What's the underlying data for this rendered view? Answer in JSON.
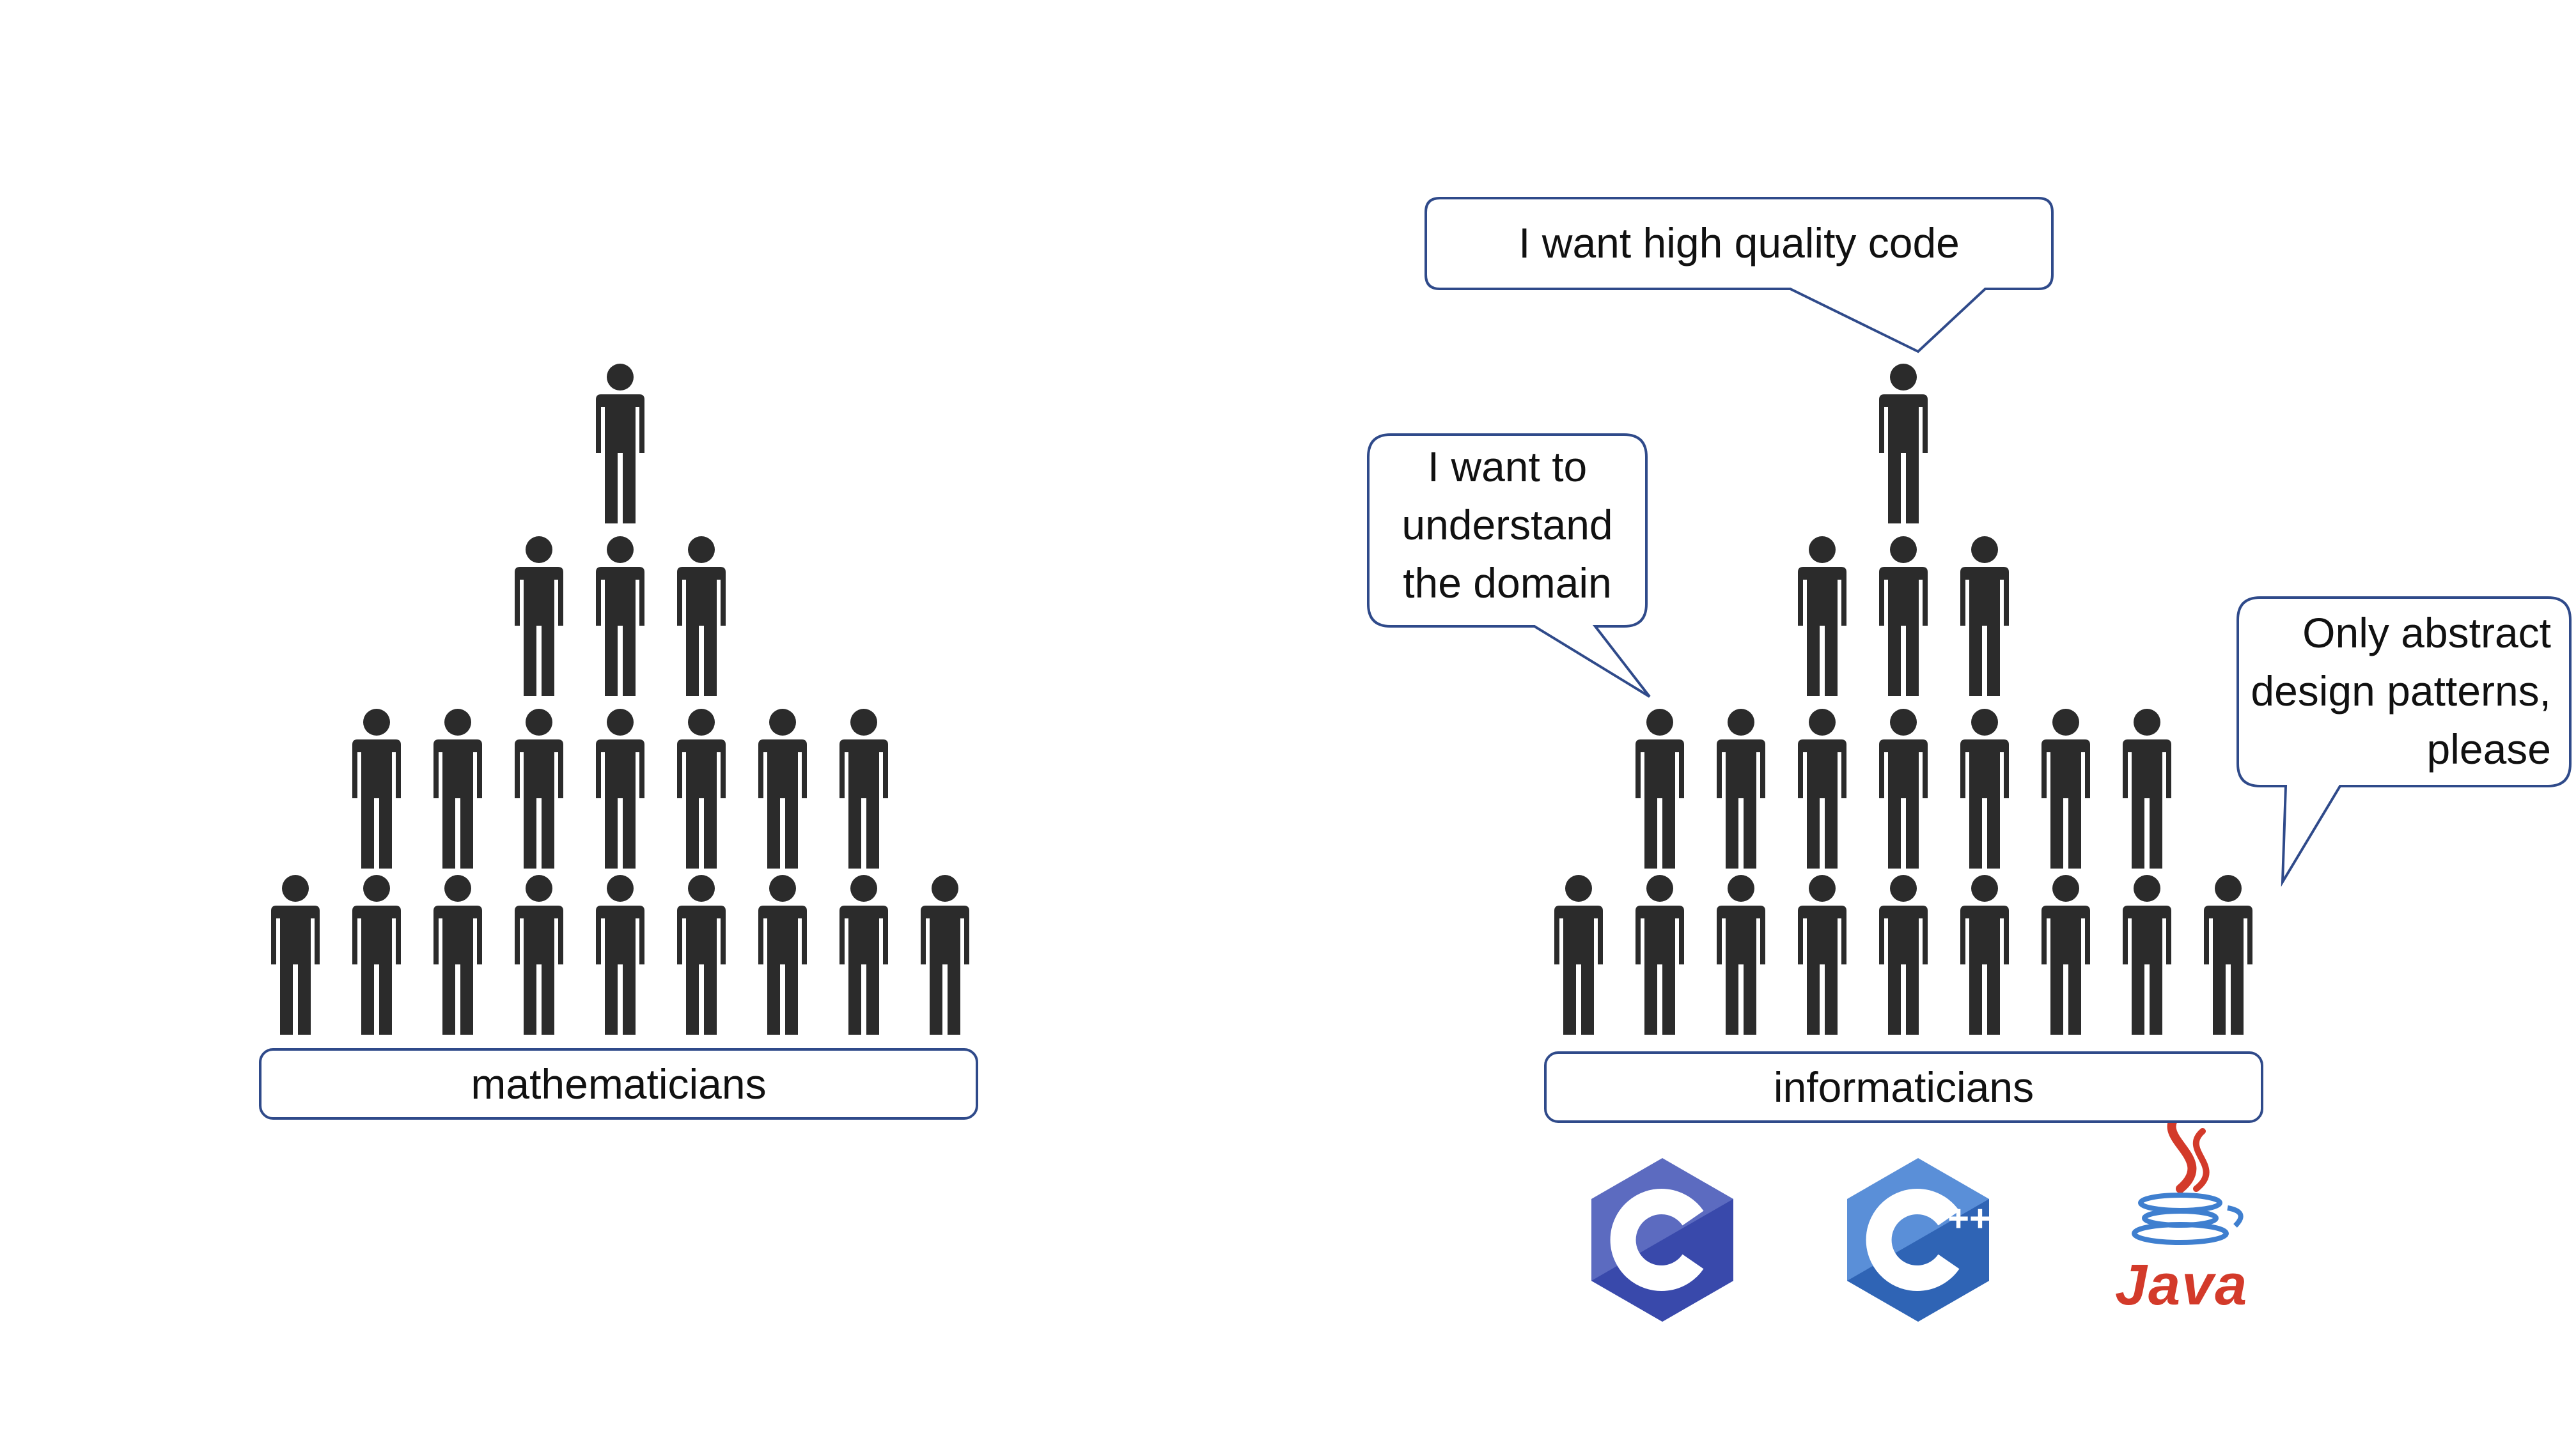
{
  "left_group": {
    "label": "mathematicians",
    "rows": [
      1,
      3,
      7,
      9
    ]
  },
  "right_group": {
    "label": "informaticians",
    "rows": [
      1,
      3,
      7,
      9
    ]
  },
  "speech_bubbles": {
    "top": "I want high quality code",
    "left": [
      "I want to",
      "understand",
      "the domain"
    ],
    "right": [
      "Only abstract",
      "design patterns,",
      "please"
    ]
  },
  "logos": [
    {
      "icon": "c-language-logo",
      "color": "#5c6bc0"
    },
    {
      "icon": "cplusplus-logo",
      "color": "#3f7fcf",
      "text": "++"
    },
    {
      "icon": "java-logo",
      "text": "Java",
      "color": "#d33a2a"
    }
  ],
  "colors": {
    "person": "#2b2b2b",
    "outline": "#2f4a8a"
  }
}
